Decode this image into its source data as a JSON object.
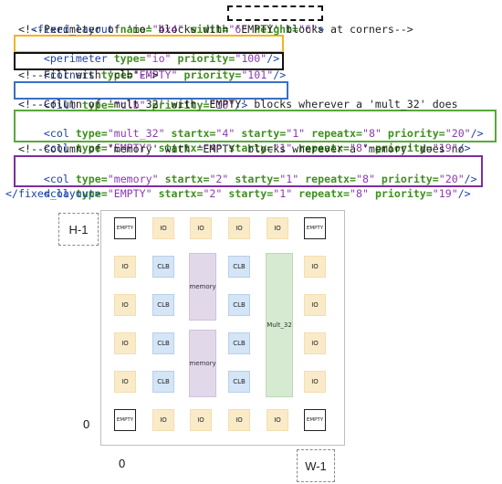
{
  "code": {
    "l1": {
      "open": "<fixed_layout ",
      "a1": "name=",
      "v1": "\"4x4\" ",
      "a2": "width=",
      "v2": "\"6\" ",
      "a3": "height=",
      "v3": "\"6\"",
      "close": ">"
    },
    "l2": "<!--Perimeter of 'io' blocks with 'EMPTY' blocks at corners-->",
    "l3": {
      "open": "<perimeter ",
      "a1": "type=",
      "v1": "\"io\" ",
      "a2": "priority=",
      "v2": "\"100\"",
      "close": "/>"
    },
    "l4": {
      "open": "<corners ",
      "a1": "type=",
      "v1": "\"EMPTY\" ",
      "a2": "priority=",
      "v2": "\"101\"",
      "close": "/>"
    },
    "l5": "<!--Fill with 'clb'-->",
    "l6": {
      "open": "<fill ",
      "a1": "type=",
      "v1": "\"clb\" ",
      "a2": "priority=",
      "v2": "\"10\"",
      "close": "/>"
    },
    "l7": "<!--Column of 'mult_32' with 'EMPTY' blocks wherever a 'mult_32' does",
    "l8": {
      "open": "<col ",
      "a1": "type=",
      "v1": "\"mult_32\" ",
      "a2": "startx=",
      "v2": "\"4\" ",
      "a3": "starty=",
      "v3": "\"1\" ",
      "a4": "repeatx=",
      "v4": "\"8\" ",
      "a5": "priority=",
      "v5": "\"20\"",
      "close": "/>"
    },
    "l9": {
      "open": "<col ",
      "a1": "type=",
      "v1": "\"EMPTY\" ",
      "a2": "startx=",
      "v2": "\"4\" ",
      "a3": "starty=",
      "v3": "\"1\" ",
      "a4": "repeatx=",
      "v4": "\"8\" ",
      "a5": "priority=",
      "v5": "\"19\"",
      "close": "/>"
    },
    "l10": "<!--Column of 'memory' with 'EMPTY' blocks wherever a 'memory' does no",
    "l11": {
      "open": "<col ",
      "a1": "type=",
      "v1": "\"memory\" ",
      "a2": "startx=",
      "v2": "\"2\" ",
      "a3": "starty=",
      "v3": "\"1\" ",
      "a4": "repeatx=",
      "v4": "\"8\" ",
      "a5": "priority=",
      "v5": "\"20\"",
      "close": "/>"
    },
    "l12": {
      "open": "<col ",
      "a1": "type=",
      "v1": "\"EMPTY\" ",
      "a2": "startx=",
      "v2": "\"2\" ",
      "a3": "starty=",
      "v3": "\"1\" ",
      "a4": "repeatx=",
      "v4": "\"8\" ",
      "a5": "priority=",
      "v5": "\"19\"",
      "close": "/>"
    },
    "l13": "</fixed_layout>"
  },
  "colors": {
    "perimeter_box": "#f4b324",
    "corners_box": "#111111",
    "fill_box": "#3b6fc2",
    "mult_box": "#58a83a",
    "memory_box": "#7b2fa0"
  },
  "grid": {
    "io": "IO",
    "clb": "CLB",
    "empty": "EMPTY",
    "memory": "memory",
    "mult": "Mult_32"
  },
  "labels": {
    "h1": "H-1",
    "w1": "W-1",
    "zero_y": "0",
    "zero_x": "0"
  }
}
